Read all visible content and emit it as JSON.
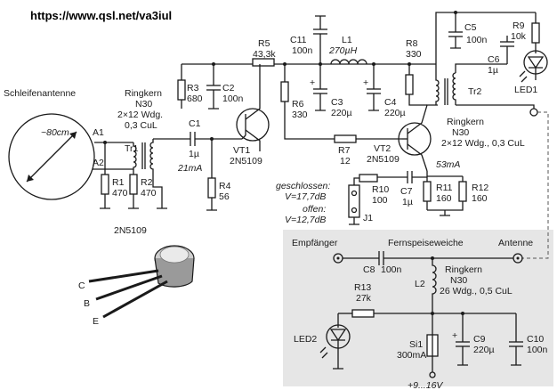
{
  "header": {
    "url": "https://www.qsl.net/va3iul"
  },
  "antenna": {
    "title": "Schleifenantenne",
    "size": "~80cm",
    "a1": "A1",
    "a2": "A2"
  },
  "tr1": {
    "label": "Tr1",
    "core_title": "Ringkern",
    "core": "N30",
    "winding1": "2×12 Wdg.",
    "winding2": "0,3 CuL"
  },
  "r1": {
    "name": "R1",
    "value": "470"
  },
  "r2": {
    "name": "R2",
    "value": "470"
  },
  "r3": {
    "name": "R3",
    "value": "680"
  },
  "r4": {
    "name": "R4",
    "value": "56"
  },
  "r5": {
    "name": "R5",
    "value": "43,3k"
  },
  "r6": {
    "name": "R6",
    "value": "330"
  },
  "r7": {
    "name": "R7",
    "value": "12"
  },
  "r8": {
    "name": "R8",
    "value": "330"
  },
  "r9": {
    "name": "R9",
    "value": "10k"
  },
  "r10": {
    "name": "R10",
    "value": "100"
  },
  "r11": {
    "name": "R11",
    "value": "160"
  },
  "r12": {
    "name": "R12",
    "value": "160"
  },
  "r13": {
    "name": "R13",
    "value": "27k"
  },
  "c1": {
    "name": "C1",
    "value": "1µ"
  },
  "c2": {
    "name": "C2",
    "value": "100n"
  },
  "c3": {
    "name": "C3",
    "value": "220µ"
  },
  "c4": {
    "name": "C4",
    "value": "220µ"
  },
  "c5": {
    "name": "C5",
    "value": "100n"
  },
  "c6": {
    "name": "C6",
    "value": "1µ"
  },
  "c7": {
    "name": "C7",
    "value": "1µ"
  },
  "c8": {
    "name": "C8",
    "value": "100n"
  },
  "c9": {
    "name": "C9",
    "value": "220µ"
  },
  "c10": {
    "name": "C10",
    "value": "100n"
  },
  "c11": {
    "name": "C11",
    "value": "100n"
  },
  "l1": {
    "name": "L1",
    "value": "270µH"
  },
  "l2": {
    "name": "L2",
    "core_title": "Ringkern",
    "core": "N30",
    "winding1": "26 Wdg., 0,5 CuL"
  },
  "vt1": {
    "name": "VT1",
    "type": "2N5109",
    "current": "21mA"
  },
  "vt2": {
    "name": "VT2",
    "type": "2N5109",
    "current": "53mA"
  },
  "tr2": {
    "label": "Tr2",
    "core_title": "Ringkern",
    "core": "N30",
    "winding1": "2×12 Wdg., 0,3 CuL"
  },
  "led1": {
    "name": "LED1"
  },
  "led2": {
    "name": "LED2"
  },
  "j1": {
    "name": "J1",
    "closed": "geschlossen:",
    "closed_gain": "V=17,7dB",
    "open": "offen:",
    "open_gain": "V=12,7dB"
  },
  "feed": {
    "receiver": "Empfänger",
    "title": "Fernspeiseweiche",
    "antenna": "Antenne",
    "fuse_name": "Si1",
    "fuse_value": "300mA",
    "supply": "+9...16V"
  },
  "package": {
    "type": "2N5109",
    "pin_c": "C",
    "pin_b": "B",
    "pin_e": "E"
  }
}
